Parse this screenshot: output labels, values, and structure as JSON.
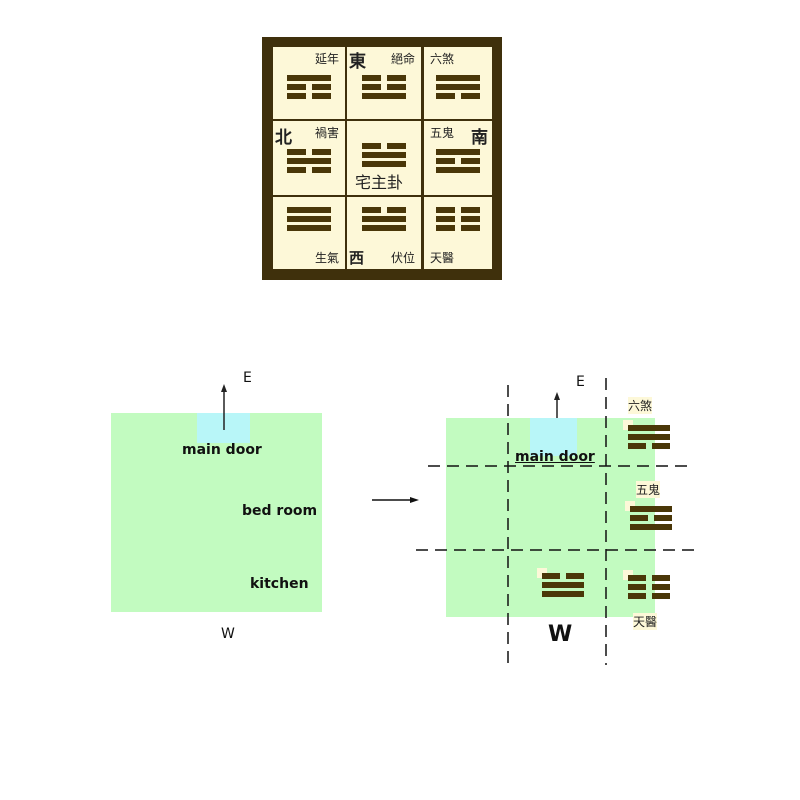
{
  "top_grid": {
    "cells": [
      {
        "label": "延年",
        "direction": "",
        "trigram": [
          1,
          0,
          0
        ]
      },
      {
        "label": "絕命",
        "direction": "東",
        "trigram": [
          0,
          0,
          1
        ]
      },
      {
        "label": "六煞",
        "direction": "",
        "trigram": [
          1,
          1,
          0
        ]
      },
      {
        "label": "禍害",
        "direction": "北",
        "trigram": [
          0,
          1,
          0
        ]
      },
      {
        "label": "宅主卦",
        "direction": "",
        "trigram": [
          0,
          1,
          1
        ]
      },
      {
        "label": "五鬼",
        "direction": "南",
        "trigram": [
          1,
          0,
          1
        ]
      },
      {
        "label": "生氣",
        "direction": "",
        "trigram": [
          1,
          1,
          1
        ]
      },
      {
        "label": "伏位",
        "direction": "西",
        "trigram": [
          0,
          1,
          1
        ]
      },
      {
        "label": "天醫",
        "direction": "",
        "trigram": [
          0,
          0,
          0
        ]
      }
    ]
  },
  "left_plan": {
    "east": "E",
    "west": "W",
    "main_door": "main door",
    "bed_room": "bed room",
    "kitchen": "kitchen"
  },
  "right_plan": {
    "east": "E",
    "west": "W",
    "main_door": "main door",
    "boxes": [
      {
        "label": "六煞",
        "trigram": [
          1,
          1,
          0
        ]
      },
      {
        "label": "五鬼",
        "trigram": [
          1,
          0,
          1
        ]
      },
      {
        "label": "",
        "trigram": [
          0,
          1,
          1
        ]
      },
      {
        "label": "天醫",
        "trigram": [
          0,
          0,
          0
        ]
      }
    ]
  },
  "colors": {
    "frame": "#3f300c",
    "cell": "#fdf8d8",
    "floor": "#c2fbc0",
    "door": "#b8f6f8",
    "bar": "#4a3708"
  }
}
